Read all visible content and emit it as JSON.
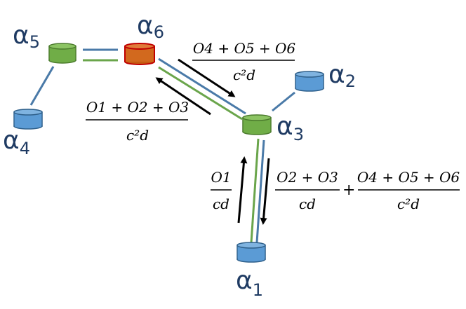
{
  "colors": {
    "blue_fill": "#5b9bd5",
    "blue_stroke": "#2e5f8a",
    "green_fill": "#70ad47",
    "green_stroke": "#4a7a2c",
    "red_fill": "#d9441c",
    "red_stroke": "#c00000",
    "link_blue": "#4a7aa8",
    "link_green": "#6aa54b",
    "label_color": "#1f3b63",
    "arrow": "#000000"
  },
  "nodes": {
    "a1": {
      "label": "α",
      "sub": "1",
      "color": "blue"
    },
    "a2": {
      "label": "α",
      "sub": "2",
      "color": "blue"
    },
    "a3": {
      "label": "α",
      "sub": "3",
      "color": "green"
    },
    "a4": {
      "label": "α",
      "sub": "4",
      "color": "blue"
    },
    "a5": {
      "label": "α",
      "sub": "5",
      "color": "green"
    },
    "a6": {
      "label": "α",
      "sub": "6",
      "color": "red"
    }
  },
  "formulas": {
    "top_right": {
      "num": "O4 + O5 + O6",
      "den": "c²d"
    },
    "left": {
      "num": "O1 + O2 + O3",
      "den": "c²d"
    },
    "up": {
      "num": "O1",
      "den": "cd"
    },
    "down1": {
      "num": "O2 + O3",
      "den": "cd"
    },
    "plus": "+",
    "down2": {
      "num": "O4 + O5 + O6",
      "den": "c²d"
    }
  }
}
